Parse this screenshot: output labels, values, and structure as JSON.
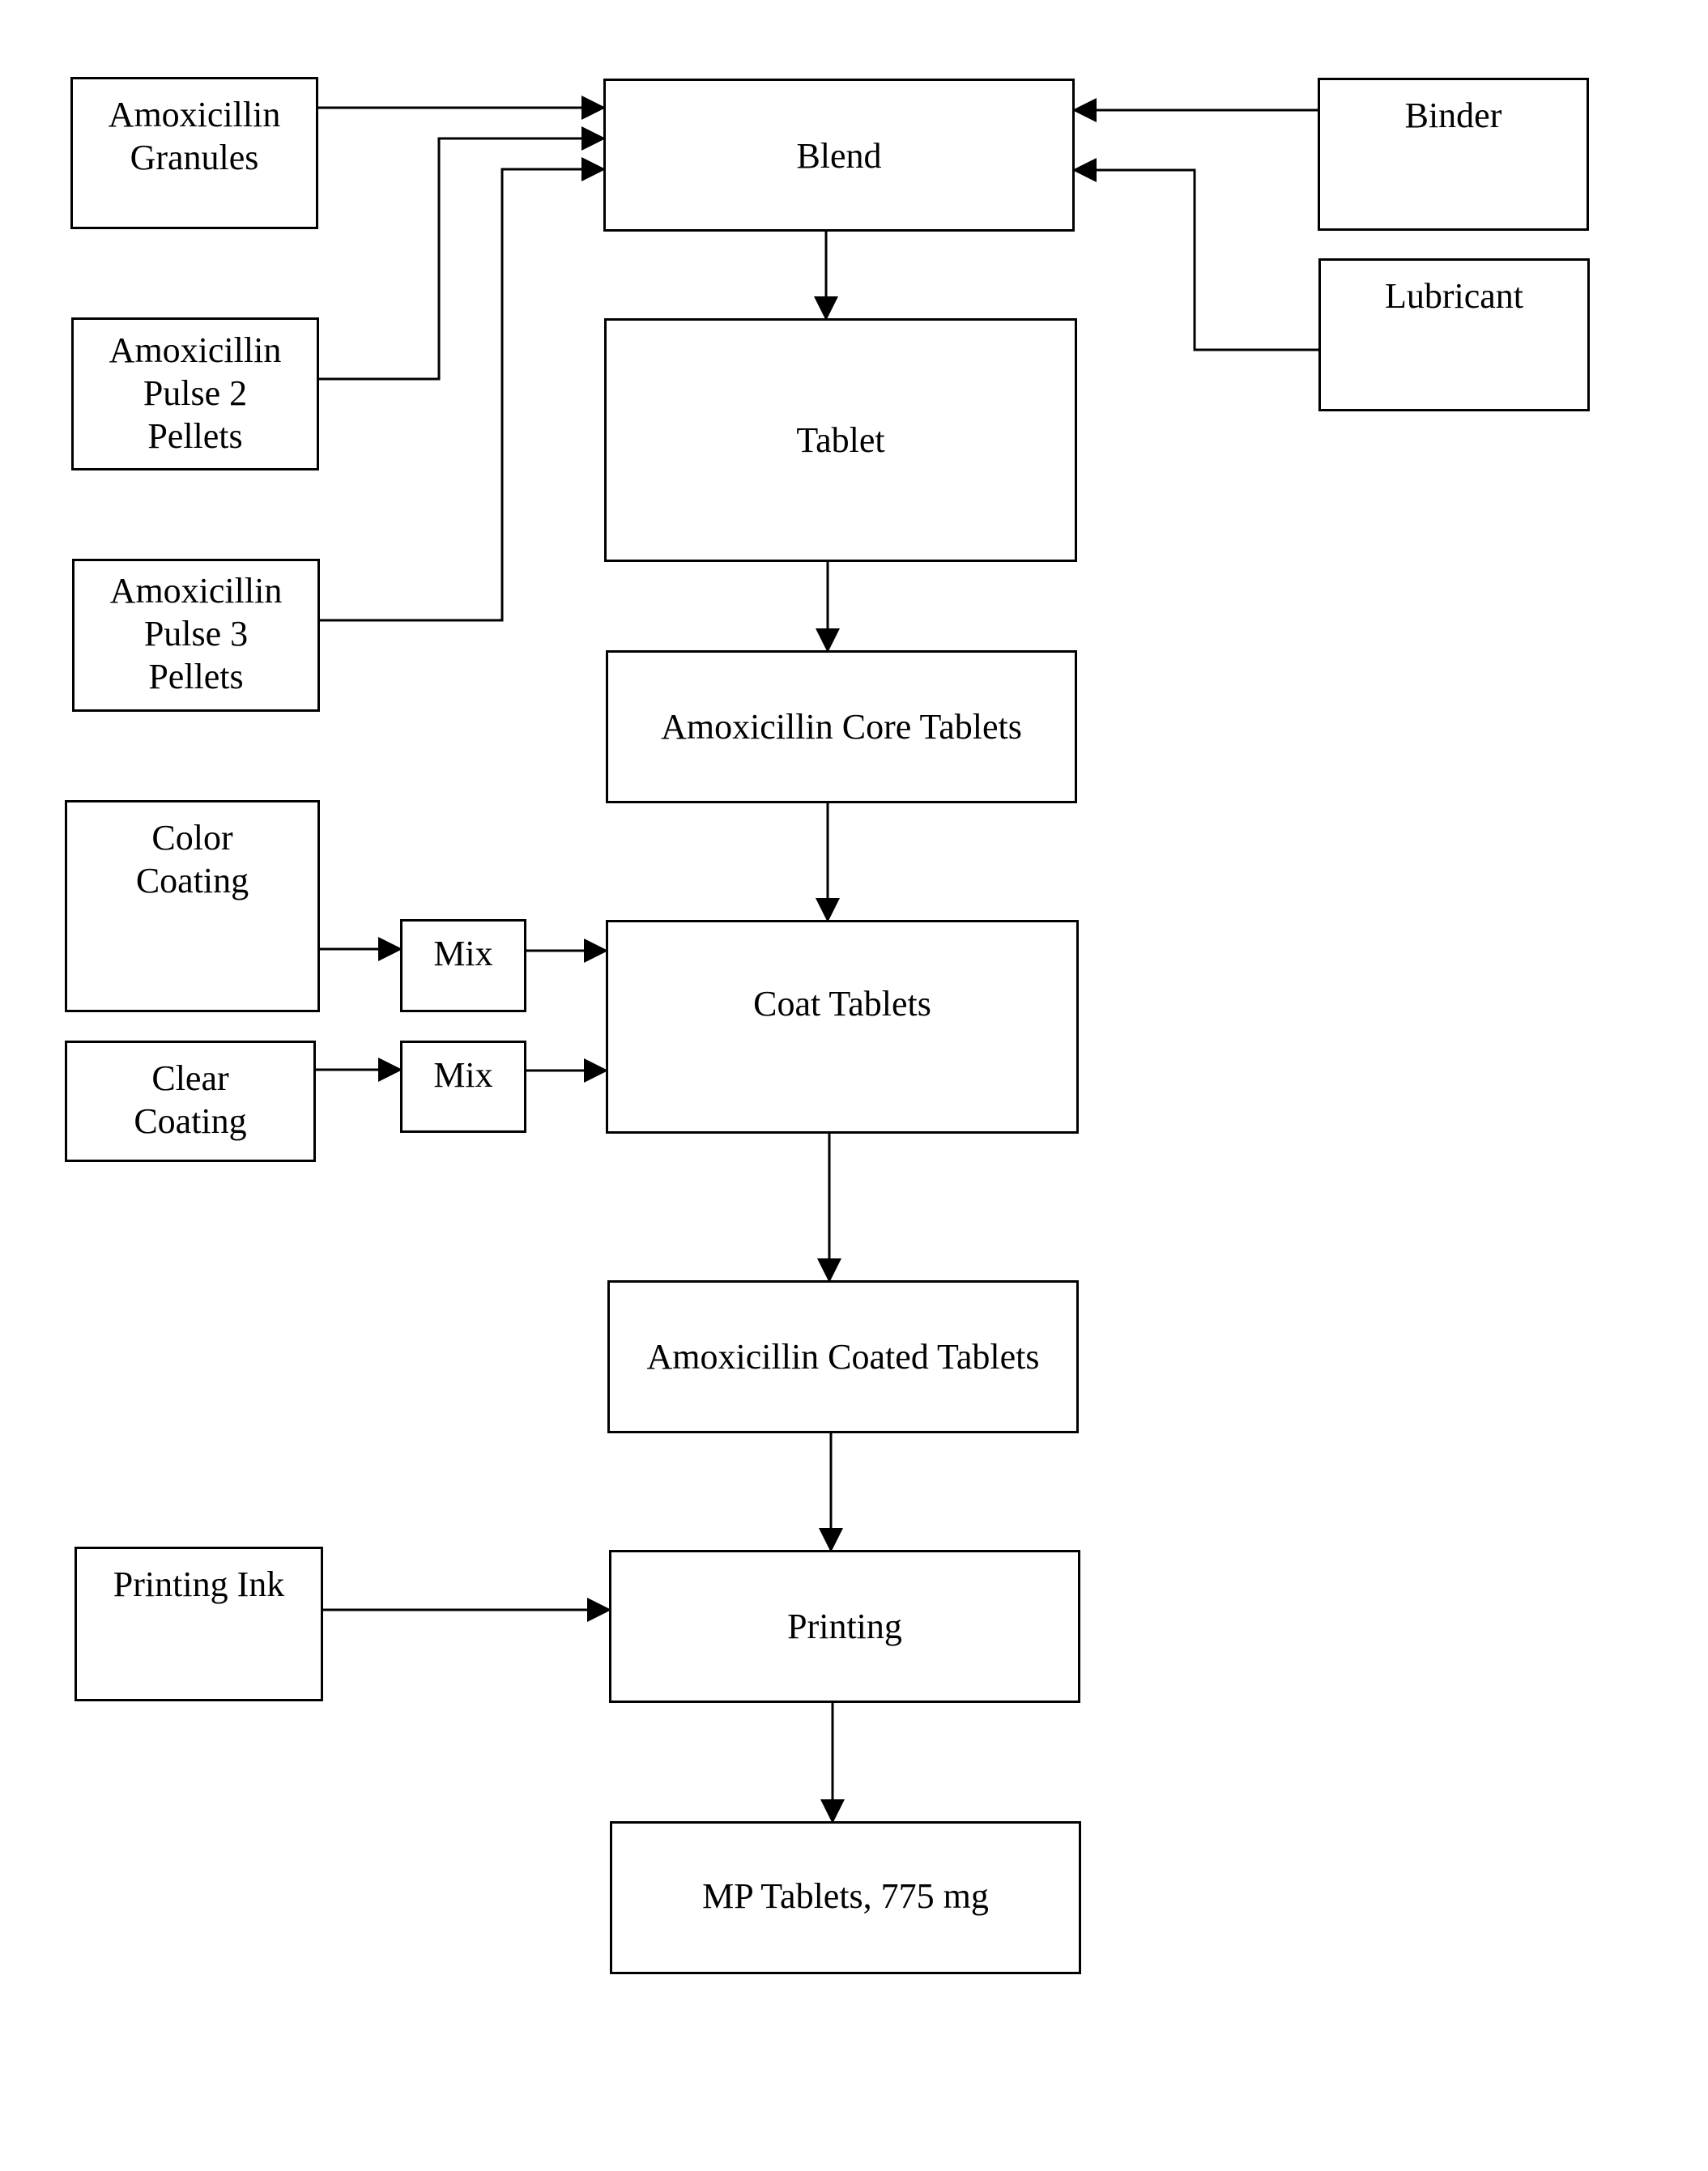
{
  "nodes": {
    "amox_granules": [
      "Amoxicillin",
      "Granules"
    ],
    "amox_pulse2": [
      "Amoxicillin",
      "Pulse 2",
      "Pellets"
    ],
    "amox_pulse3": [
      "Amoxicillin",
      "Pulse 3",
      "Pellets"
    ],
    "blend": [
      "Blend"
    ],
    "binder": [
      "Binder"
    ],
    "lubricant": [
      "Lubricant"
    ],
    "tablet": [
      "Tablet"
    ],
    "core_tablets": [
      "Amoxicillin Core Tablets"
    ],
    "color_coating": [
      "Color",
      "Coating"
    ],
    "clear_coating": [
      "Clear",
      "Coating"
    ],
    "mix_color": [
      "Mix"
    ],
    "mix_clear": [
      "Mix"
    ],
    "coat_tablets": [
      "Coat Tablets"
    ],
    "coated_tablets": [
      "Amoxicillin Coated Tablets"
    ],
    "printing_ink": [
      "Printing Ink"
    ],
    "printing": [
      "Printing"
    ],
    "mp_tablets": [
      "MP Tablets, 775 mg"
    ]
  },
  "edges": [
    {
      "from": "amox_granules",
      "to": "blend"
    },
    {
      "from": "amox_pulse2",
      "to": "blend"
    },
    {
      "from": "amox_pulse3",
      "to": "blend"
    },
    {
      "from": "binder",
      "to": "blend"
    },
    {
      "from": "lubricant",
      "to": "blend"
    },
    {
      "from": "blend",
      "to": "tablet"
    },
    {
      "from": "tablet",
      "to": "core_tablets"
    },
    {
      "from": "core_tablets",
      "to": "coat_tablets"
    },
    {
      "from": "color_coating",
      "to": "mix_color"
    },
    {
      "from": "mix_color",
      "to": "coat_tablets"
    },
    {
      "from": "clear_coating",
      "to": "mix_clear"
    },
    {
      "from": "mix_clear",
      "to": "coat_tablets"
    },
    {
      "from": "coat_tablets",
      "to": "coated_tablets"
    },
    {
      "from": "coated_tablets",
      "to": "printing"
    },
    {
      "from": "printing_ink",
      "to": "printing"
    },
    {
      "from": "printing",
      "to": "mp_tablets"
    }
  ]
}
